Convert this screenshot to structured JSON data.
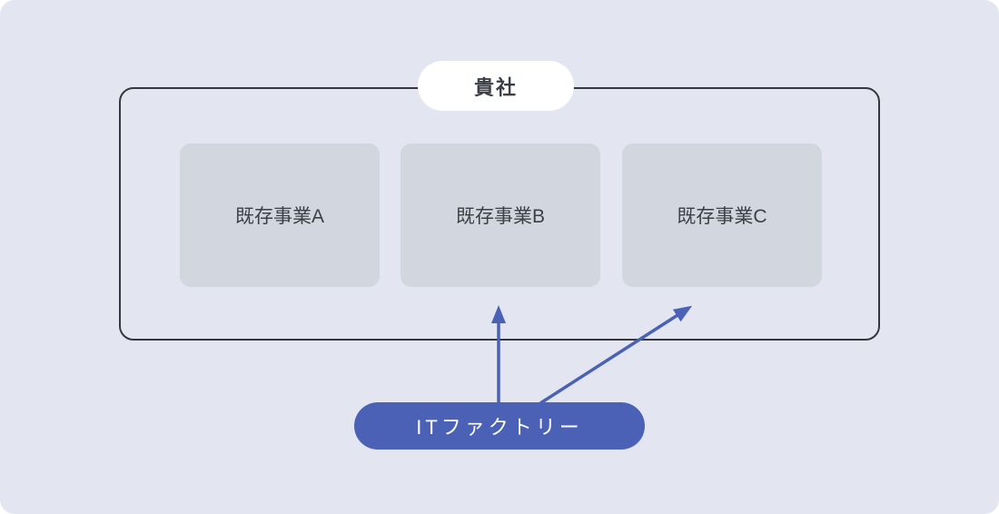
{
  "diagram": {
    "group_label": "貴社",
    "boxes": [
      {
        "label": "既存事業A"
      },
      {
        "label": "既存事業B"
      },
      {
        "label": "既存事業C"
      }
    ],
    "source_label": "ITファクトリー",
    "arrows": [
      {
        "from": "ITファクトリー",
        "to": "既存事業B"
      },
      {
        "from": "ITファクトリー",
        "to": "既存事業C"
      }
    ],
    "colors": {
      "background": "#E3E6F1",
      "frame_border": "#35373C",
      "box_fill": "#D2D6DF",
      "box_text": "#3C4046",
      "accent_blue": "#4A61B6",
      "group_label_bg": "#FFFFFF",
      "group_label_text": "#3B3E45",
      "source_text": "#FFFFFF"
    }
  }
}
